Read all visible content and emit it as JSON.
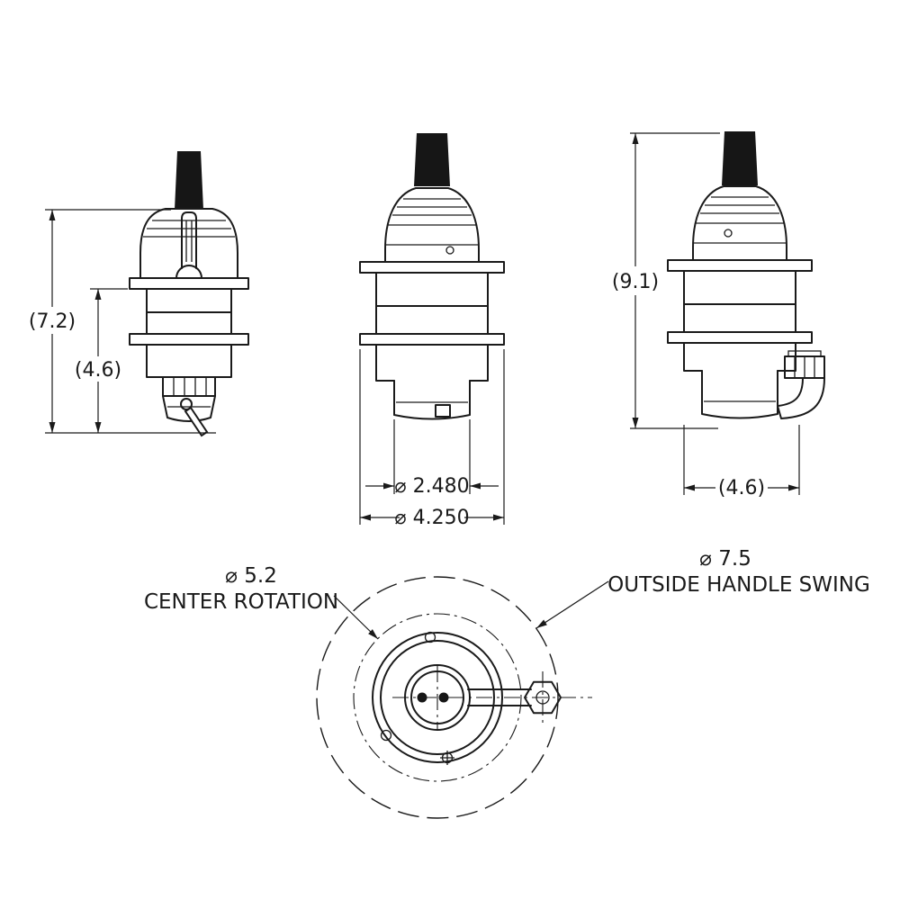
{
  "drawing": {
    "ink": "#1a1a1a",
    "background": "#ffffff",
    "left_view": {
      "overall_height": "(7.2)",
      "lower_height": "(4.6)"
    },
    "center_view": {
      "barrel_diameter": "⌀ 2.480",
      "flange_diameter": "⌀ 4.250"
    },
    "right_view": {
      "overall_height": "(9.1)",
      "fitting_width": "(4.6)"
    },
    "bottom_view": {
      "center_rotation_dia": "⌀ 5.2",
      "center_rotation_label": "CENTER ROTATION",
      "handle_swing_dia": "⌀ 7.5",
      "handle_swing_label": "OUTSIDE HANDLE SWING"
    }
  }
}
